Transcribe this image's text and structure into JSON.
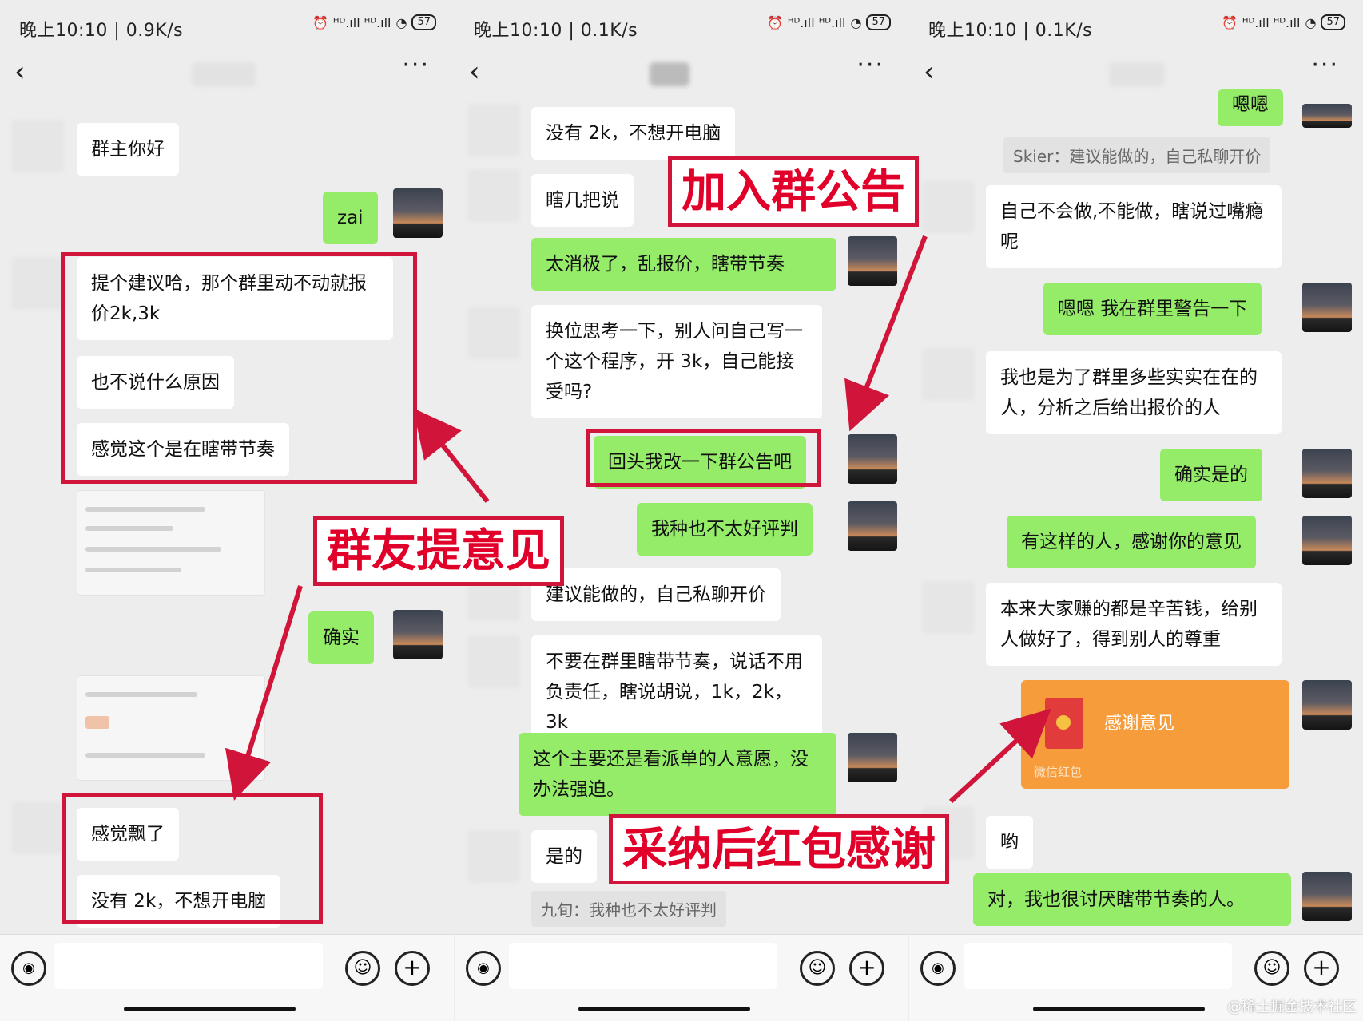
{
  "status": {
    "p1_time": "晚上10:10 | 0.9K/s",
    "p2_time": "晚上10:10 | 0.1K/s",
    "p3_time": "晚上10:10 | 0.1K/s",
    "battery": "57",
    "net_icons": "ᴴᴰ.ıll ᴴᴰ.ıll"
  },
  "icons": {
    "back": "‹",
    "more": "···",
    "voice": "◉",
    "emoji": "☺",
    "plus": "+",
    "alarm": "⏰",
    "wifi": "◔"
  },
  "panel1": {
    "m1": "群主你好",
    "m2": "zai",
    "m3": "提个建议哈，那个群里动不动就报价2k,3k",
    "m4": "也不说什么原因",
    "m5": "感觉这个是在瞎带节奏",
    "m6": "确实",
    "m7": "感觉飘了",
    "m8": "没有 2k，不想开电脑",
    "label": "群友提意见"
  },
  "panel2": {
    "m1": "没有 2k，不想开电脑",
    "m2": "瞎几把说",
    "m3": "太消极了，乱报价，瞎带节奏",
    "m4": "换位思考一下，别人问自己写一个这个程序，开 3k，自己能接受吗?",
    "m5": "回头我改一下群公告吧",
    "m6": "我种也不太好评判",
    "m7": "建议能做的，自己私聊开价",
    "m8": "不要在群里瞎带节奏，说话不用负责任，瞎说胡说，1k，2k，3k",
    "m9": "这个主要还是看派单的人意愿，没办法强迫。",
    "m10": "是的",
    "quote": "九旬：我种也不太好评判",
    "label1": "加入群公告",
    "label2": "采纳后红包感谢"
  },
  "panel3": {
    "top_partial": "嗯嗯",
    "quote": "Skier：建议能做的，自己私聊开价",
    "m1": "自己不会做,不能做，瞎说过嘴瘾呢",
    "m2": "嗯嗯 我在群里警告一下",
    "m3": "我也是为了群里多些实实在在的人，分析之后给出报价的人",
    "m4": "确实是的",
    "m5": "有这样的人，感谢你的意见",
    "m6": "本来大家赚的都是辛苦钱，给别人做好了，得到别人的尊重",
    "redpacket_title": "感谢意见",
    "redpacket_sub": "微信红包",
    "m7": "哟",
    "m8": "对，我也很讨厌瞎带节奏的人。"
  },
  "watermark": "@稀土掘金技术社区",
  "colors": {
    "green_bubble": "#95ec69",
    "annotation_red": "#d0143a",
    "redpacket": "#f79c3a"
  }
}
